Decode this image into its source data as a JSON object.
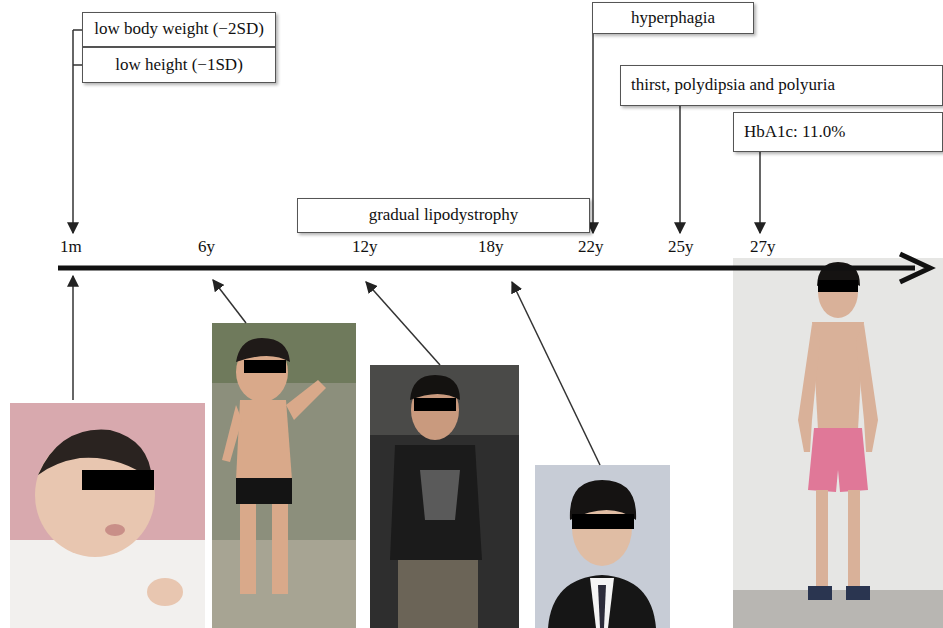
{
  "diagram": {
    "nodes": [
      {
        "text": [
          "low body weight (−2SD)"
        ]
      },
      {
        "text": [
          "low height (−1SD)"
        ]
      },
      {
        "text": [
          "gradual lipodystrophy"
        ]
      },
      {
        "text": [
          "hyperphagia"
        ]
      },
      {
        "text": [
          "thirst, polydipsia and polyuria"
        ]
      },
      {
        "text": [
          "HbA1c: 11.0%"
        ]
      }
    ],
    "labels": [
      "1m",
      "6y",
      "12y",
      "18y",
      "22y",
      "25y",
      "27y"
    ]
  }
}
